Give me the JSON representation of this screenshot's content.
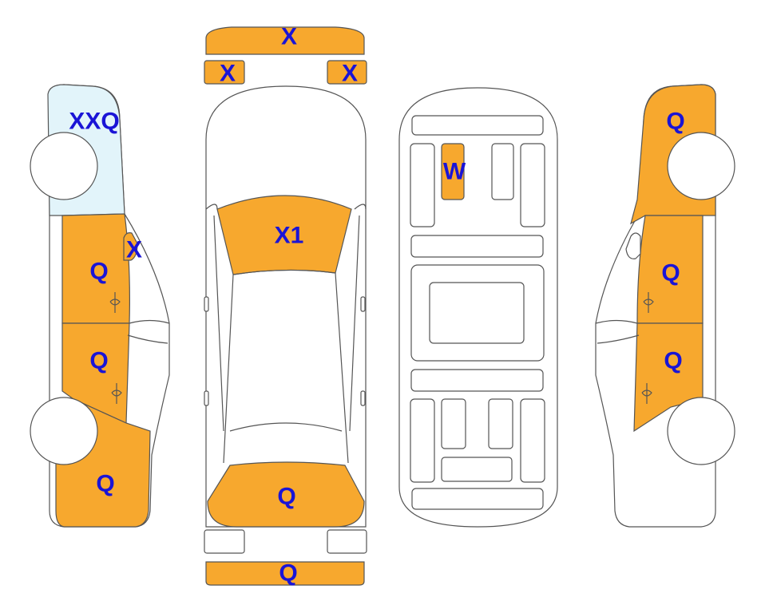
{
  "colors": {
    "damaged": "#F7A82E",
    "windshield": "#E2F4FA",
    "outline": "#555555",
    "text": "#1a14d6",
    "background": "#ffffff"
  },
  "markers": {
    "front_bumper": "X",
    "left_headlight": "X",
    "right_headlight": "X",
    "hood": "X1",
    "trunk": "Q",
    "rear_bumper": "Q",
    "underbody_panel": "W",
    "left_windshield": "XXQ",
    "left_mirror": "X",
    "left_front_door": "Q",
    "left_rear_door": "Q",
    "left_rear_quarter": "Q",
    "right_front_fender": "Q",
    "right_front_door": "Q",
    "right_rear_door": "Q"
  }
}
